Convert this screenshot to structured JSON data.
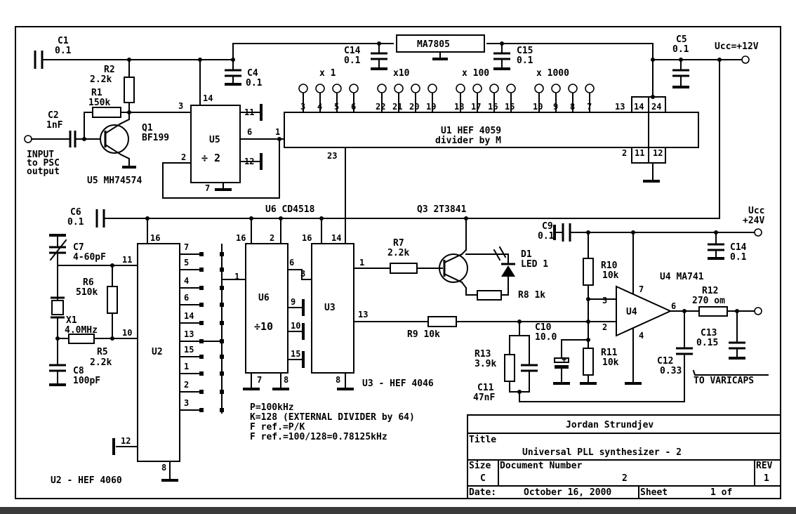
{
  "comp": {
    "c1": "C1",
    "c1v": "0.1",
    "c2": "C2",
    "c2v": "1nF",
    "c4": "C4",
    "c4v": "0.1",
    "c5": "C5",
    "c5v": "0.1",
    "c6": "C6",
    "c6v": "0.1",
    "c7": "C7",
    "c7v": "4-60pF",
    "c8": "C8",
    "c8v": "100pF",
    "c9": "C9",
    "c9v": "0.1",
    "c10": "C10",
    "c10v": "10.0",
    "c11": "C11",
    "c11v": "47nF",
    "c12": "C12",
    "c12v": "0.33",
    "c13": "C13",
    "c13v": "0.15",
    "c14a": "C14",
    "c14av": "0.1",
    "c14b": "C14",
    "c14bv": "0.1",
    "c15": "C15",
    "c15v": "0.1",
    "r1": "R1",
    "r1v": "150k",
    "r2": "R2",
    "r2v": "2.2k",
    "r5": "R5",
    "r5v": "2.2k",
    "r6": "R6",
    "r6v": "510k",
    "r7": "R7",
    "r7v": "2.2k",
    "r8": "R8 1k",
    "r9": "R9 10k",
    "r10": "R10",
    "r10v": "10k",
    "r11": "R11",
    "r11v": "10k",
    "r12": "R12",
    "r12v": "270 om",
    "r13": "R13",
    "r13v": "3.9k",
    "q1": "Q1",
    "q1v": "BF199",
    "q3": "Q3 2T3841",
    "d1": "D1",
    "d1v": "LED 1",
    "x1": "X1",
    "x1v": "4.0MHz",
    "ma7805": "MA7805",
    "u1a": "U1 HEF 4059",
    "u1b": "divider by M",
    "u2": "U2",
    "u3": "U3",
    "u4": "U4",
    "u5": "U5",
    "u6": "U6",
    "div2": "÷ 2",
    "div10": "÷10",
    "u5lbl": "U5 MH74574",
    "u6lbl": "U6 CD4518",
    "u4lbl": "U4 MA741",
    "u2lbl": "U2 - HEF 4060",
    "u3lbl": "U3 - HEF 4046"
  },
  "labels": {
    "input1": "INPUT",
    "input2": "to PSC",
    "input3": "output",
    "ucc12": "Ucc=+12V",
    "ucc24a": "Ucc",
    "ucc24b": "+24V",
    "varicaps": "TO VARICAPS",
    "x1m": "x 1",
    "x10": "x10",
    "x100": "x 100",
    "x1000": "x 1000"
  },
  "pins": {
    "u1top": [
      "3",
      "4",
      "5",
      "6",
      "22",
      "21",
      "20",
      "19",
      "18",
      "17",
      "16",
      "15",
      "10",
      "9",
      "8",
      "7"
    ],
    "u1right": [
      "13",
      "14",
      "24"
    ],
    "u1bot": [
      "2",
      "11",
      "12"
    ],
    "u1p1": "1",
    "u1p23": "23",
    "u5": [
      "3",
      "14",
      "11",
      "6",
      "2",
      "12",
      "7"
    ],
    "u2": [
      "16",
      "11",
      "10",
      "12",
      "8"
    ],
    "u2right": [
      "7",
      "5",
      "4",
      "6",
      "14",
      "13",
      "15",
      "1",
      "2",
      "3"
    ],
    "u6": [
      "16",
      "2",
      "1",
      "6",
      "9",
      "10",
      "15",
      "7",
      "8"
    ],
    "u3": [
      "16",
      "14",
      "3",
      "1",
      "13",
      "8"
    ],
    "u4": [
      "7",
      "3",
      "2",
      "6",
      "4"
    ]
  },
  "notes": {
    "l1": "P=100kHz",
    "l2": "K=128  (EXTERNAL DIVIDER by 64)",
    "l3": "F ref.=P/K",
    "l4": "F ref.=100/128=0.78125kHz"
  },
  "titleblock": {
    "author": "Jordan Strundjev",
    "title_label": "Title",
    "title": "Universal PLL synthesizer - 2",
    "size_label": "Size",
    "size": "C",
    "docnum_label": "Document Number",
    "docnum": "2",
    "rev_label": "REV",
    "rev": "1",
    "date_label": "Date:",
    "date": "October 16, 2000",
    "sheet_label": "Sheet",
    "sheet": "1 of"
  }
}
